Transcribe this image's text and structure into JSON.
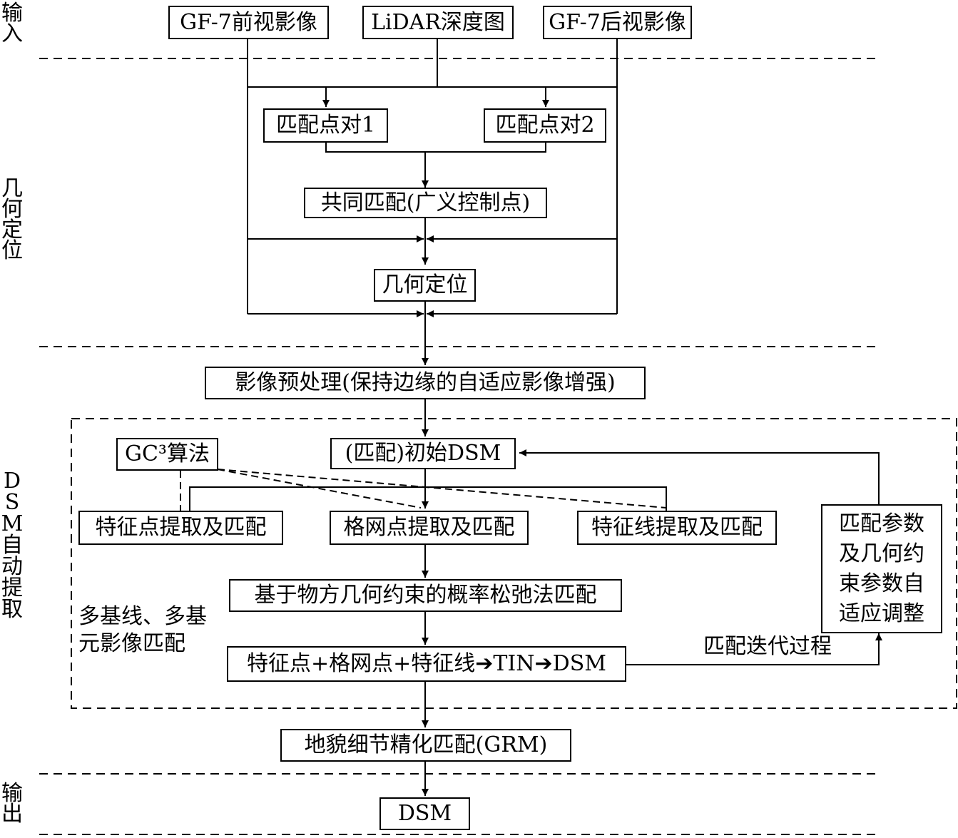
{
  "stages": {
    "input": "输入",
    "geo": "几何定位",
    "dsm": "DSM自动提取",
    "output": "输出"
  },
  "boxes": {
    "front": "GF-7前视影像",
    "lidar": "LiDAR深度图",
    "back": "GF-7后视影像",
    "pair1": "匹配点对1",
    "pair2": "匹配点对2",
    "common": "共同匹配(广义控制点)",
    "geo": "几何定位",
    "preproc": "影像预处理(保持边缘的自适应影像增强)",
    "gc3": "GC³算法",
    "initdsm": "(匹配)初始DSM",
    "featpt": "特征点提取及匹配",
    "gridpt": "格网点提取及匹配",
    "featln": "特征线提取及匹配",
    "adjust": "匹配参数及几何约束参数自适应调整",
    "relax": "基于物方几何约束的概率松弛法匹配",
    "tin": "特征点+格网点+特征线➔TIN➔DSM",
    "grm": "地貌细节精化匹配(GRM)",
    "dsm": "DSM"
  },
  "annotations": {
    "multibase": "多基线、多基元影像匹配",
    "iter": "匹配迭代过程"
  }
}
